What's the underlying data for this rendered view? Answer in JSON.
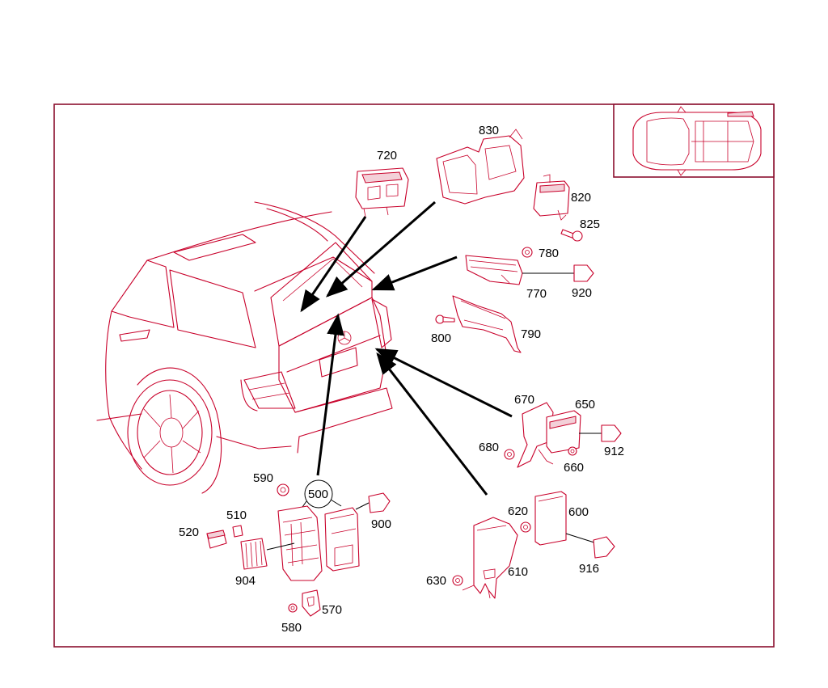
{
  "parts": {
    "p500": "500",
    "p510": "510",
    "p520": "520",
    "p570": "570",
    "p580": "580",
    "p590": "590",
    "p600": "600",
    "p610": "610",
    "p620": "620",
    "p630": "630",
    "p650": "650",
    "p660": "660",
    "p670": "670",
    "p680": "680",
    "p720": "720",
    "p770": "770",
    "p780": "780",
    "p790": "790",
    "p800": "800",
    "p820": "820",
    "p825": "825",
    "p830": "830",
    "p900": "900",
    "p904": "904",
    "p912": "912",
    "p916": "916",
    "p920": "920"
  },
  "colors": {
    "line": "#c8002a",
    "frame": "#8b0f2e",
    "text": "#000000"
  }
}
